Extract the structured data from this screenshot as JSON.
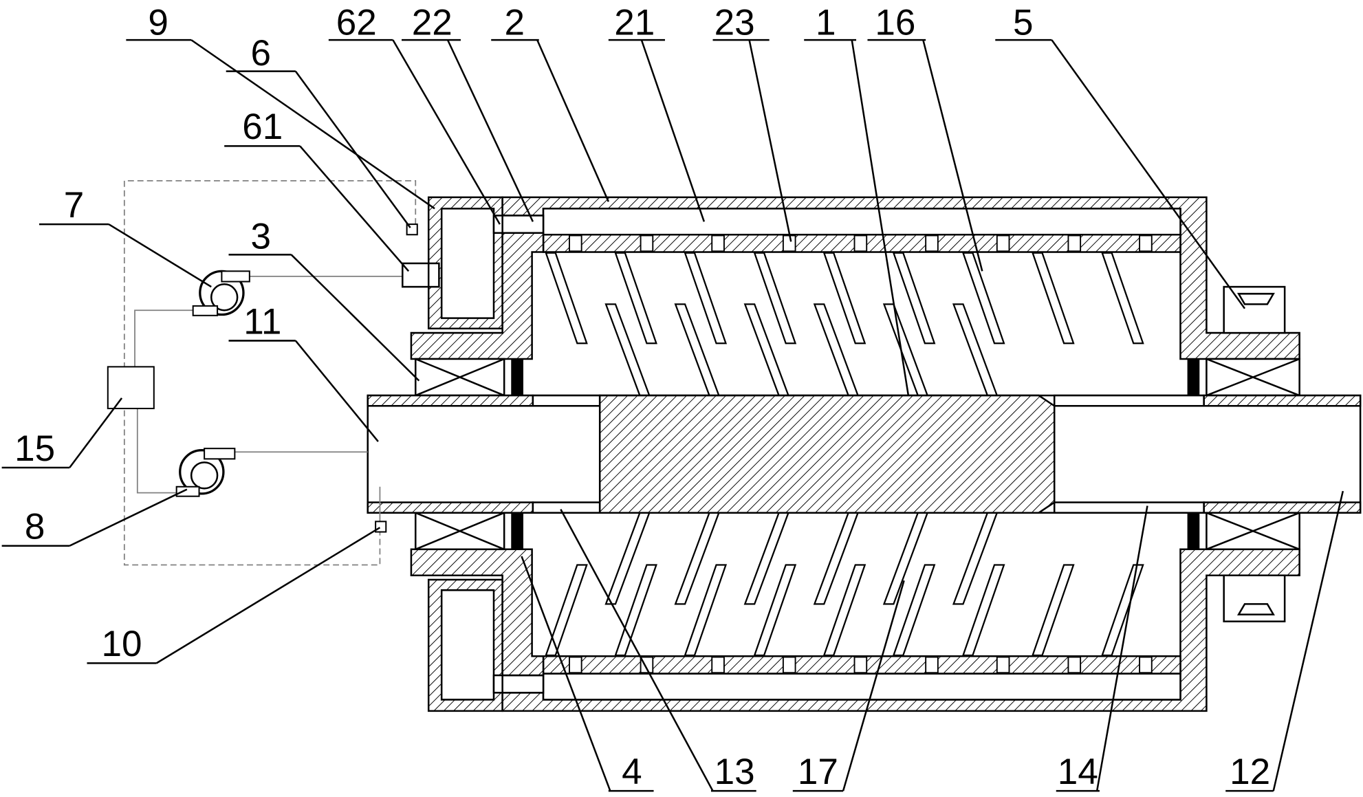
{
  "colors": {
    "ink": "#000000",
    "control_lines": "#808080",
    "background": "#ffffff"
  },
  "callouts": {
    "n9": "9",
    "n6": "6",
    "n62": "62",
    "n22": "22",
    "n2": "2",
    "n21": "21",
    "n23": "23",
    "n1": "1",
    "n16": "16",
    "n5": "5",
    "n61": "61",
    "n7": "7",
    "n3": "3",
    "n11": "11",
    "n15": "15",
    "n8": "8",
    "n10": "10",
    "n4": "4",
    "n13": "13",
    "n17": "17",
    "n14": "14",
    "n12": "12"
  }
}
